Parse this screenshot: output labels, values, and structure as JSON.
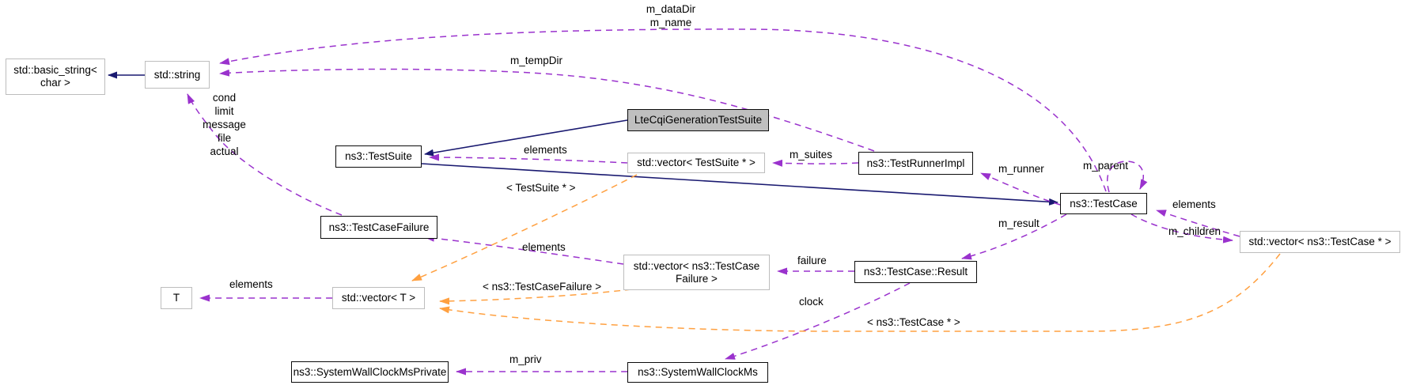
{
  "diagram": {
    "kind": "collaboration-graph",
    "colors": {
      "inheritance_edge": "#191970",
      "usage_edge": "#9a32cd",
      "template_edge": "#ffa040",
      "highlight_node_fill": "#bfbfbf",
      "std_node_border": "#bdbdbd",
      "class_node_border": "#0b0b0b"
    },
    "nodes": {
      "basic_string": {
        "label": "std::basic_string<\nchar >"
      },
      "string": {
        "label": "std::string"
      },
      "testsuite": {
        "label": "ns3::TestSuite"
      },
      "ltecqi": {
        "label": "LteCqiGenerationTestSuite"
      },
      "vector_testsuite": {
        "label": "std::vector< TestSuite * >"
      },
      "testrunnerimpl": {
        "label": "ns3::TestRunnerImpl"
      },
      "testcase": {
        "label": "ns3::TestCase"
      },
      "vector_testcase": {
        "label": "std::vector< ns3::TestCase * >"
      },
      "testcasefailure": {
        "label": "ns3::TestCaseFailure"
      },
      "vector_testcasefailure": {
        "label": "std::vector< ns3::TestCase\nFailure >"
      },
      "result": {
        "label": "ns3::TestCase::Result"
      },
      "t": {
        "label": "T"
      },
      "vector_t": {
        "label": "std::vector< T >"
      },
      "swcm_private": {
        "label": "ns3::SystemWallClockMsPrivate"
      },
      "swcm": {
        "label": "ns3::SystemWallClockMs"
      }
    },
    "edge_labels": {
      "m_datadir_m_name": "m_dataDir\nm_name",
      "m_tempdir": "m_tempDir",
      "cond_stack": "cond\nlimit\nmessage\nfile\nactual",
      "elements_suite": "elements",
      "tmpl_testsuite": "< TestSuite * >",
      "m_suites": "m_suites",
      "m_runner": "m_runner",
      "m_parent": "m_parent",
      "elements_case": "elements",
      "m_children": "m_children",
      "m_result": "m_result",
      "failure": "failure",
      "clock": "clock",
      "elements_failure": "elements",
      "tmpl_testcasefailure": "< ns3::TestCaseFailure >",
      "elements_t": "elements",
      "tmpl_testcase": "< ns3::TestCase * >",
      "m_priv": "m_priv"
    }
  }
}
